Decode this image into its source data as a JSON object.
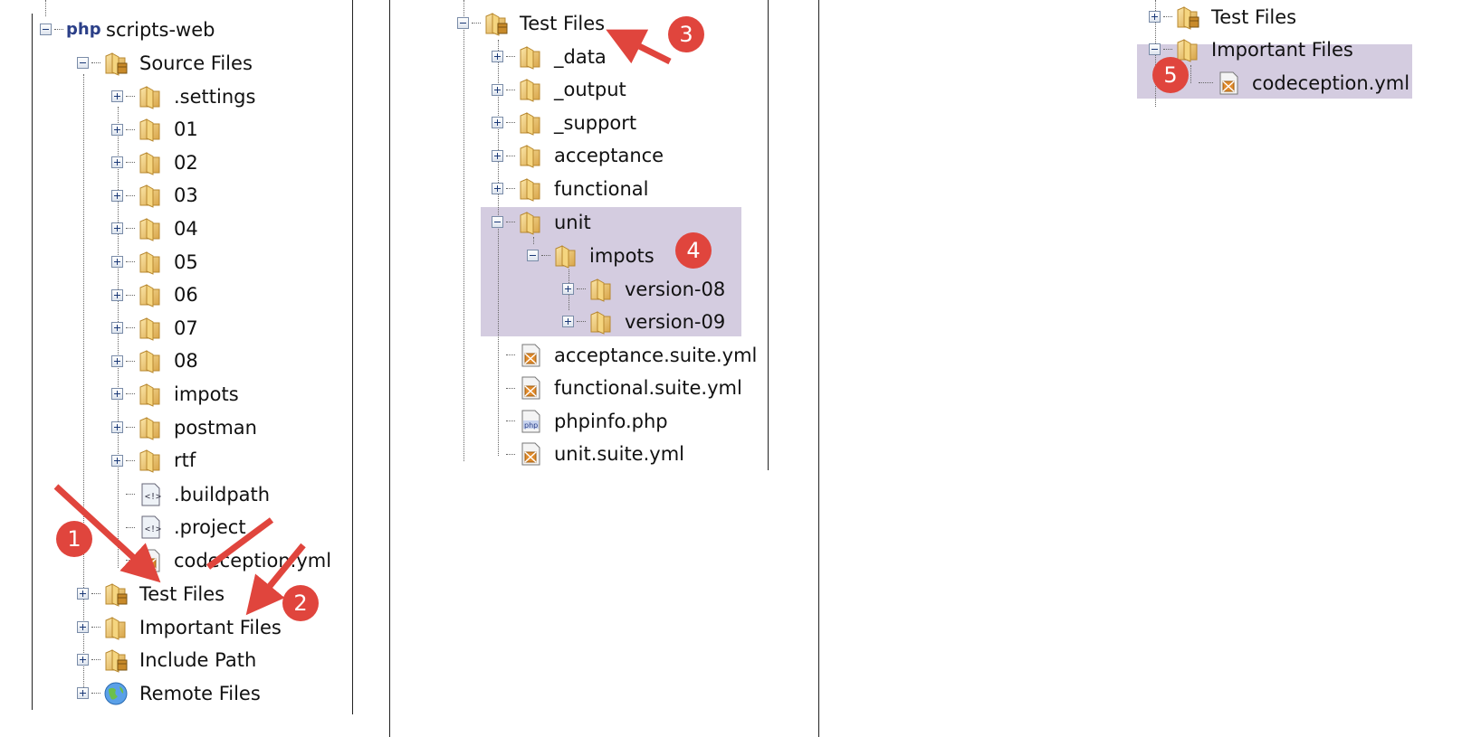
{
  "panel1": {
    "root_label": "scripts-web",
    "root_icon": "php-project-icon",
    "source_files": "Source Files",
    "source_children": [
      ".settings",
      "01",
      "02",
      "03",
      "04",
      "05",
      "06",
      "07",
      "08",
      "impots",
      "postman",
      "rtf"
    ],
    "source_files_list": [
      ".buildpath",
      ".project",
      "codeception.yml"
    ],
    "test_files": "Test Files",
    "important_files": "Important Files",
    "include_path": "Include Path",
    "remote_files": "Remote Files"
  },
  "panel2": {
    "test_files": "Test Files",
    "folders": [
      "_data",
      "_output",
      "_support",
      "acceptance",
      "functional"
    ],
    "unit": "unit",
    "impots": "impots",
    "versions": [
      "version-08",
      "version-09"
    ],
    "files": [
      "acceptance.suite.yml",
      "functional.suite.yml",
      "phpinfo.php",
      "unit.suite.yml"
    ]
  },
  "panel3": {
    "test_files": "Test Files",
    "important_files": "Important Files",
    "codeception": "codeception.yml"
  },
  "badges": [
    "1",
    "2",
    "3",
    "4",
    "5"
  ],
  "colors": {
    "highlight": "#d4cce0",
    "badge": "#e0453d",
    "arrow": "#e0453d"
  }
}
